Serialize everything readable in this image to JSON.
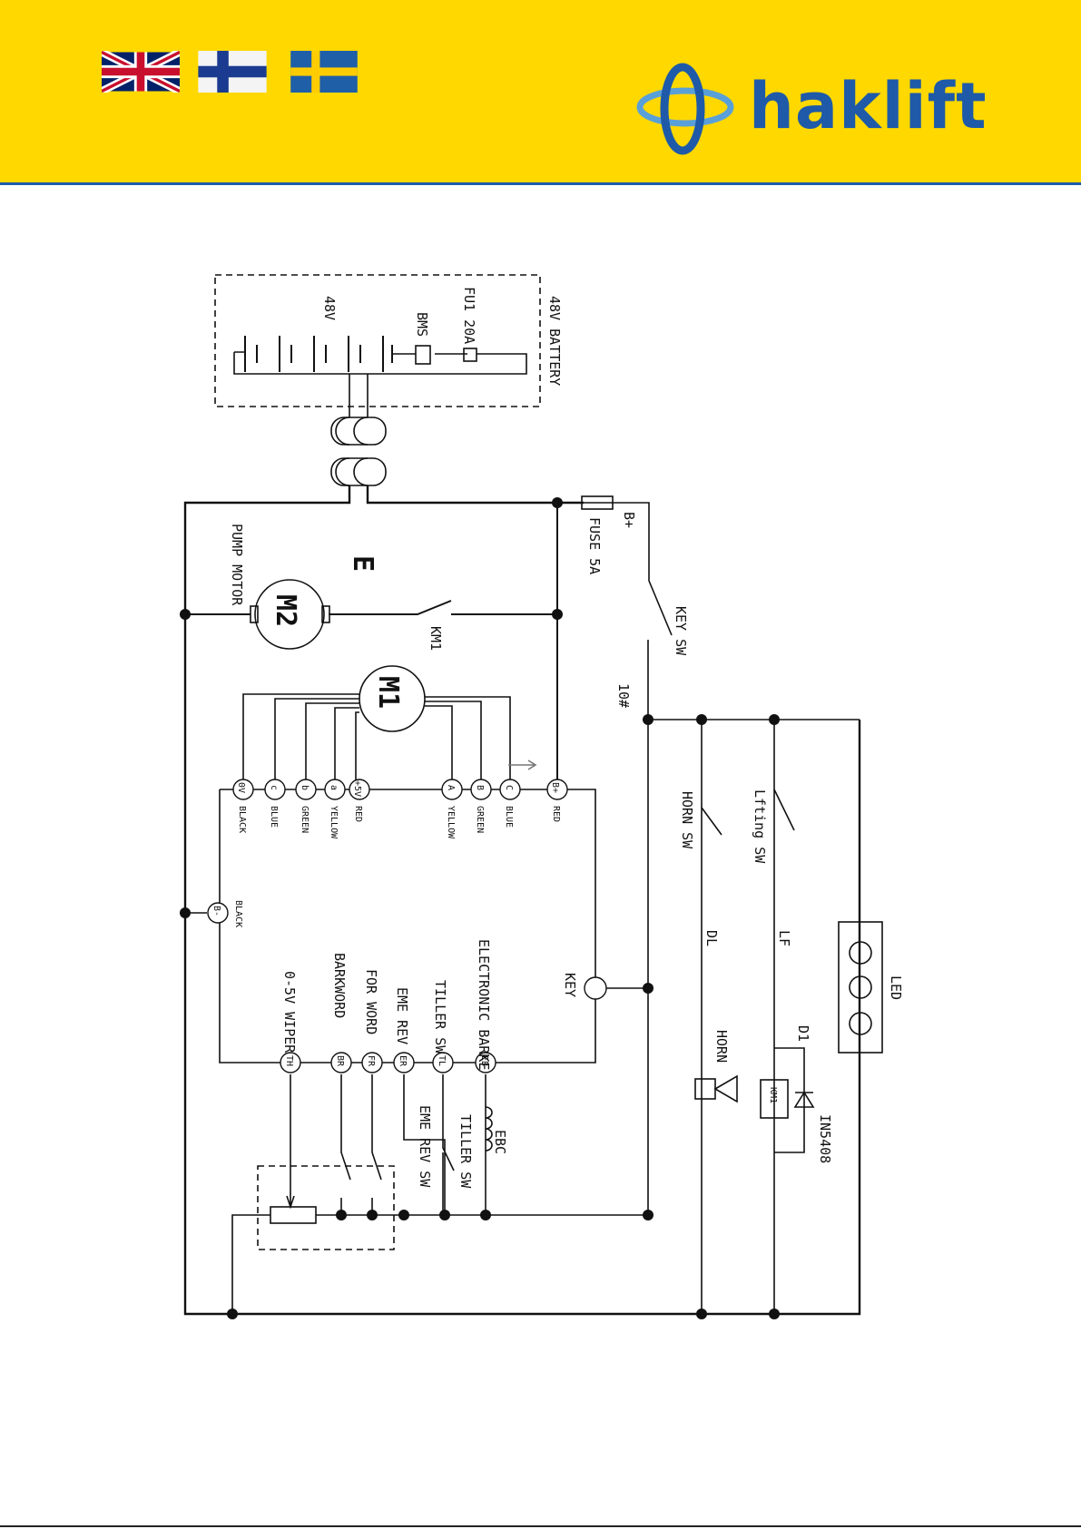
{
  "header": {
    "flags": [
      "uk-flag",
      "finland-flag",
      "sweden-flag"
    ],
    "brand": "haklift",
    "brand_color": "#1e5aa8",
    "background_color": "#FFD800"
  },
  "battery": {
    "title": "48V BATTERY",
    "fuse": "FU1 20A",
    "bms": "BMS",
    "voltage": "48V"
  },
  "main": {
    "fuse": "FUSE 5A",
    "b_plus": "B+",
    "key_sw": "KEY SW",
    "wire_10": "10#",
    "pump_motor_label": "PUMP MOTOR",
    "pump_motor": "M2",
    "e_label": "E",
    "contactor": "KM1",
    "drive_motor": "M1"
  },
  "controller": {
    "top_pins": [
      "0V",
      "c",
      "b",
      "a",
      "+5V",
      "A",
      "B",
      "C",
      "B+"
    ],
    "top_colors": [
      "BLACK",
      "BLUE",
      "GREEN",
      "YELLOW",
      "RED",
      "YELLOW",
      "GREEN",
      "BLUE",
      "RED"
    ],
    "b_minus": "B-",
    "b_minus_color": "BLACK",
    "key": "KEY",
    "bottom_pins": [
      "TH",
      "BR",
      "FR",
      "ER",
      "TL",
      "EB"
    ],
    "bottom_labels": [
      "0-5V WIPER",
      "BARKWORD",
      "FOR WORD",
      "EME REV",
      "TILLER SW",
      "ELECTRONIC BARKE"
    ]
  },
  "bottom": {
    "ebc": "EBC",
    "tiller_sw": "TILLER SW",
    "eme_rev_sw": "EME REV SW"
  },
  "right": {
    "horn_sw": "HORN SW",
    "lifting_sw": "Lfting SW",
    "dl": "DL",
    "lf": "LF",
    "led": "LED",
    "horn": "HORN",
    "d1": "D1",
    "km1": "KM1",
    "diode": "IN5408"
  }
}
